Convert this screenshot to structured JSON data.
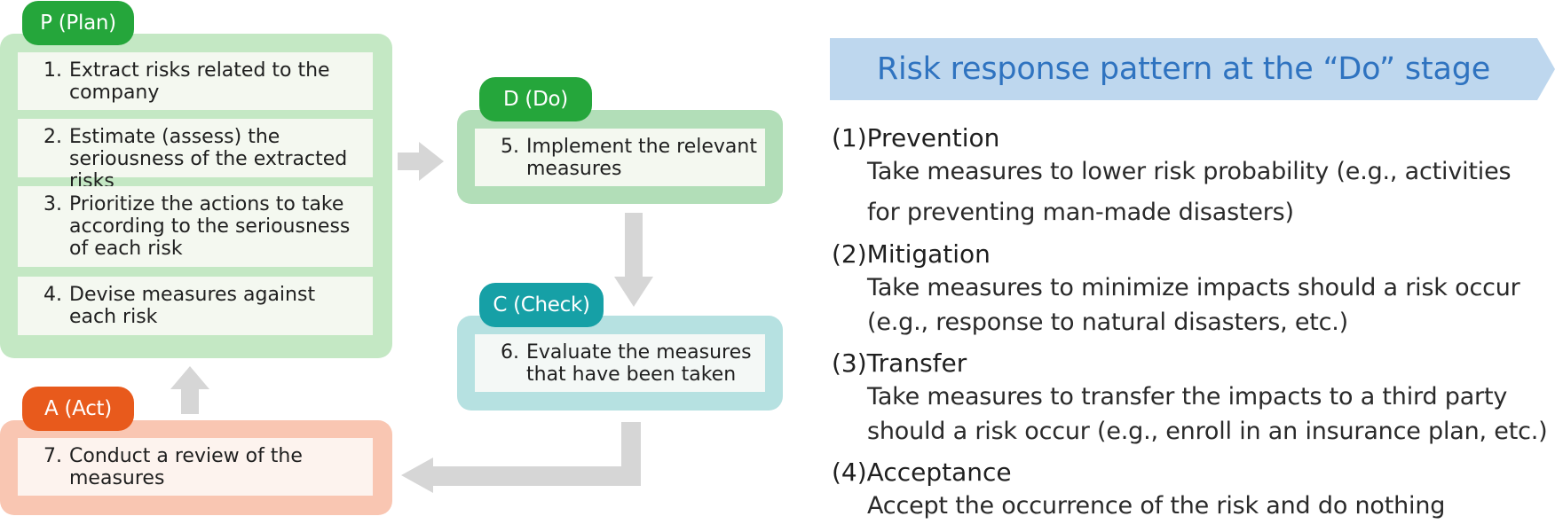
{
  "colors": {
    "plan": "#25a63b",
    "plan_panel": "#c4e8c4",
    "do": "#25a63b",
    "do_panel": "#b2deb8",
    "check": "#16a0a6",
    "check_panel": "#b6e1e1",
    "act": "#e85a1c",
    "act_panel": "#f9c6b2",
    "arrow": "#d6d6d6",
    "banner": "#bed7ee",
    "banner_text": "#2f73c0"
  },
  "plan": {
    "tag": "P (Plan)",
    "steps": [
      {
        "num": "1.",
        "text": "Extract risks related to the company"
      },
      {
        "num": "2.",
        "text": "Estimate (assess) the seriousness of the extracted risks"
      },
      {
        "num": "3.",
        "text": "Prioritize the actions to take according to the seriousness of each risk"
      },
      {
        "num": "4.",
        "text": "Devise measures against each risk"
      }
    ]
  },
  "do": {
    "tag": "D (Do)",
    "steps": [
      {
        "num": "5.",
        "text": "Implement the relevant measures"
      }
    ]
  },
  "check": {
    "tag": "C (Check)",
    "steps": [
      {
        "num": "6.",
        "text": "Evaluate the measures that have been taken"
      }
    ]
  },
  "act": {
    "tag": "A (Act)",
    "steps": [
      {
        "num": "7.",
        "text": "Conduct a review of the measures"
      }
    ]
  },
  "patterns": {
    "title": "Risk response pattern at the “Do” stage",
    "items": [
      {
        "label": "(1)Prevention",
        "line1": "Take measures to lower risk probability (e.g., activities",
        "line2": "for preventing man-made disasters)"
      },
      {
        "label": "(2)Mitigation",
        "line1": "Take measures to minimize impacts should a risk occur",
        "line2": "(e.g., response to natural disasters, etc.)"
      },
      {
        "label": "(3)Transfer",
        "line1": "Take measures to transfer the impacts to a third party",
        "line2": "should a risk occur (e.g., enroll in an insurance plan, etc.)"
      },
      {
        "label": "(4)Acceptance",
        "line1": "Accept the occurrence of the risk and do nothing",
        "line2": ""
      }
    ]
  }
}
